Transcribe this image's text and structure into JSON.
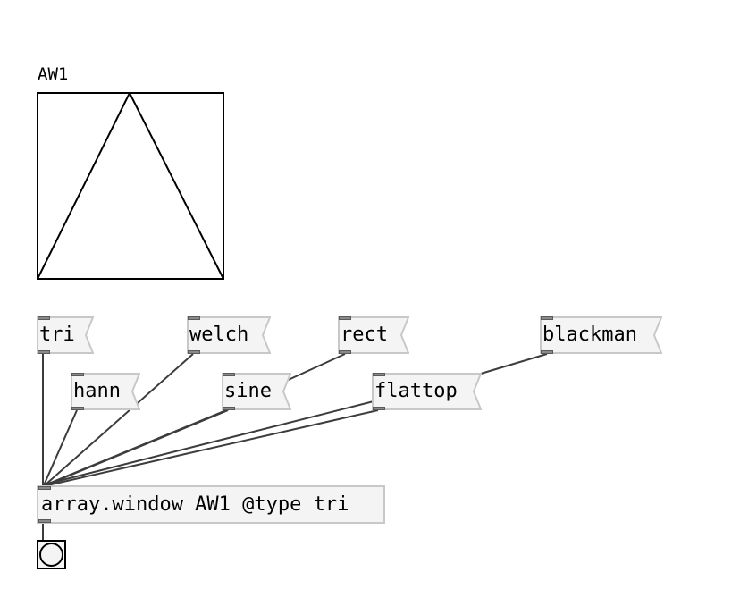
{
  "array": {
    "label": "AW1"
  },
  "messages": {
    "tri": "tri",
    "welch": "welch",
    "rect": "rect",
    "blackman": "blackman",
    "hann": "hann",
    "sine": "sine",
    "flattop": "flattop"
  },
  "object": {
    "text": "array.window AW1 @type tri"
  },
  "colors": {
    "wire": "#3c3c3c",
    "box_border": "#c8c8c8",
    "box_fill": "#f4f4f4"
  }
}
